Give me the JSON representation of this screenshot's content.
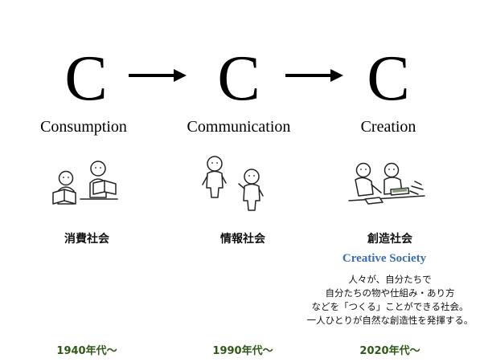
{
  "stages": [
    {
      "letter": "C",
      "word": "Consumption",
      "jp": "消費社会",
      "era": "1940年代〜",
      "illustration": "reading-figures-icon"
    },
    {
      "letter": "C",
      "word": "Communication",
      "jp": "情報社会",
      "era": "1990年代〜",
      "illustration": "talking-figures-icon"
    },
    {
      "letter": "C",
      "word": "Creation",
      "jp": "創造社会",
      "era": "2020年代〜",
      "illustration": "making-figures-icon"
    }
  ],
  "creation_detail": {
    "english": "Creative Society",
    "lines": [
      "人々が、自分たちで",
      "自分たちの物や仕組み・あり方",
      "などを「つくる」ことができる社会。",
      "一人ひとりが自然な創造性を発揮する。"
    ]
  },
  "colors": {
    "era_text": "#2d5a14",
    "creative_society": "#3a6cb5"
  }
}
